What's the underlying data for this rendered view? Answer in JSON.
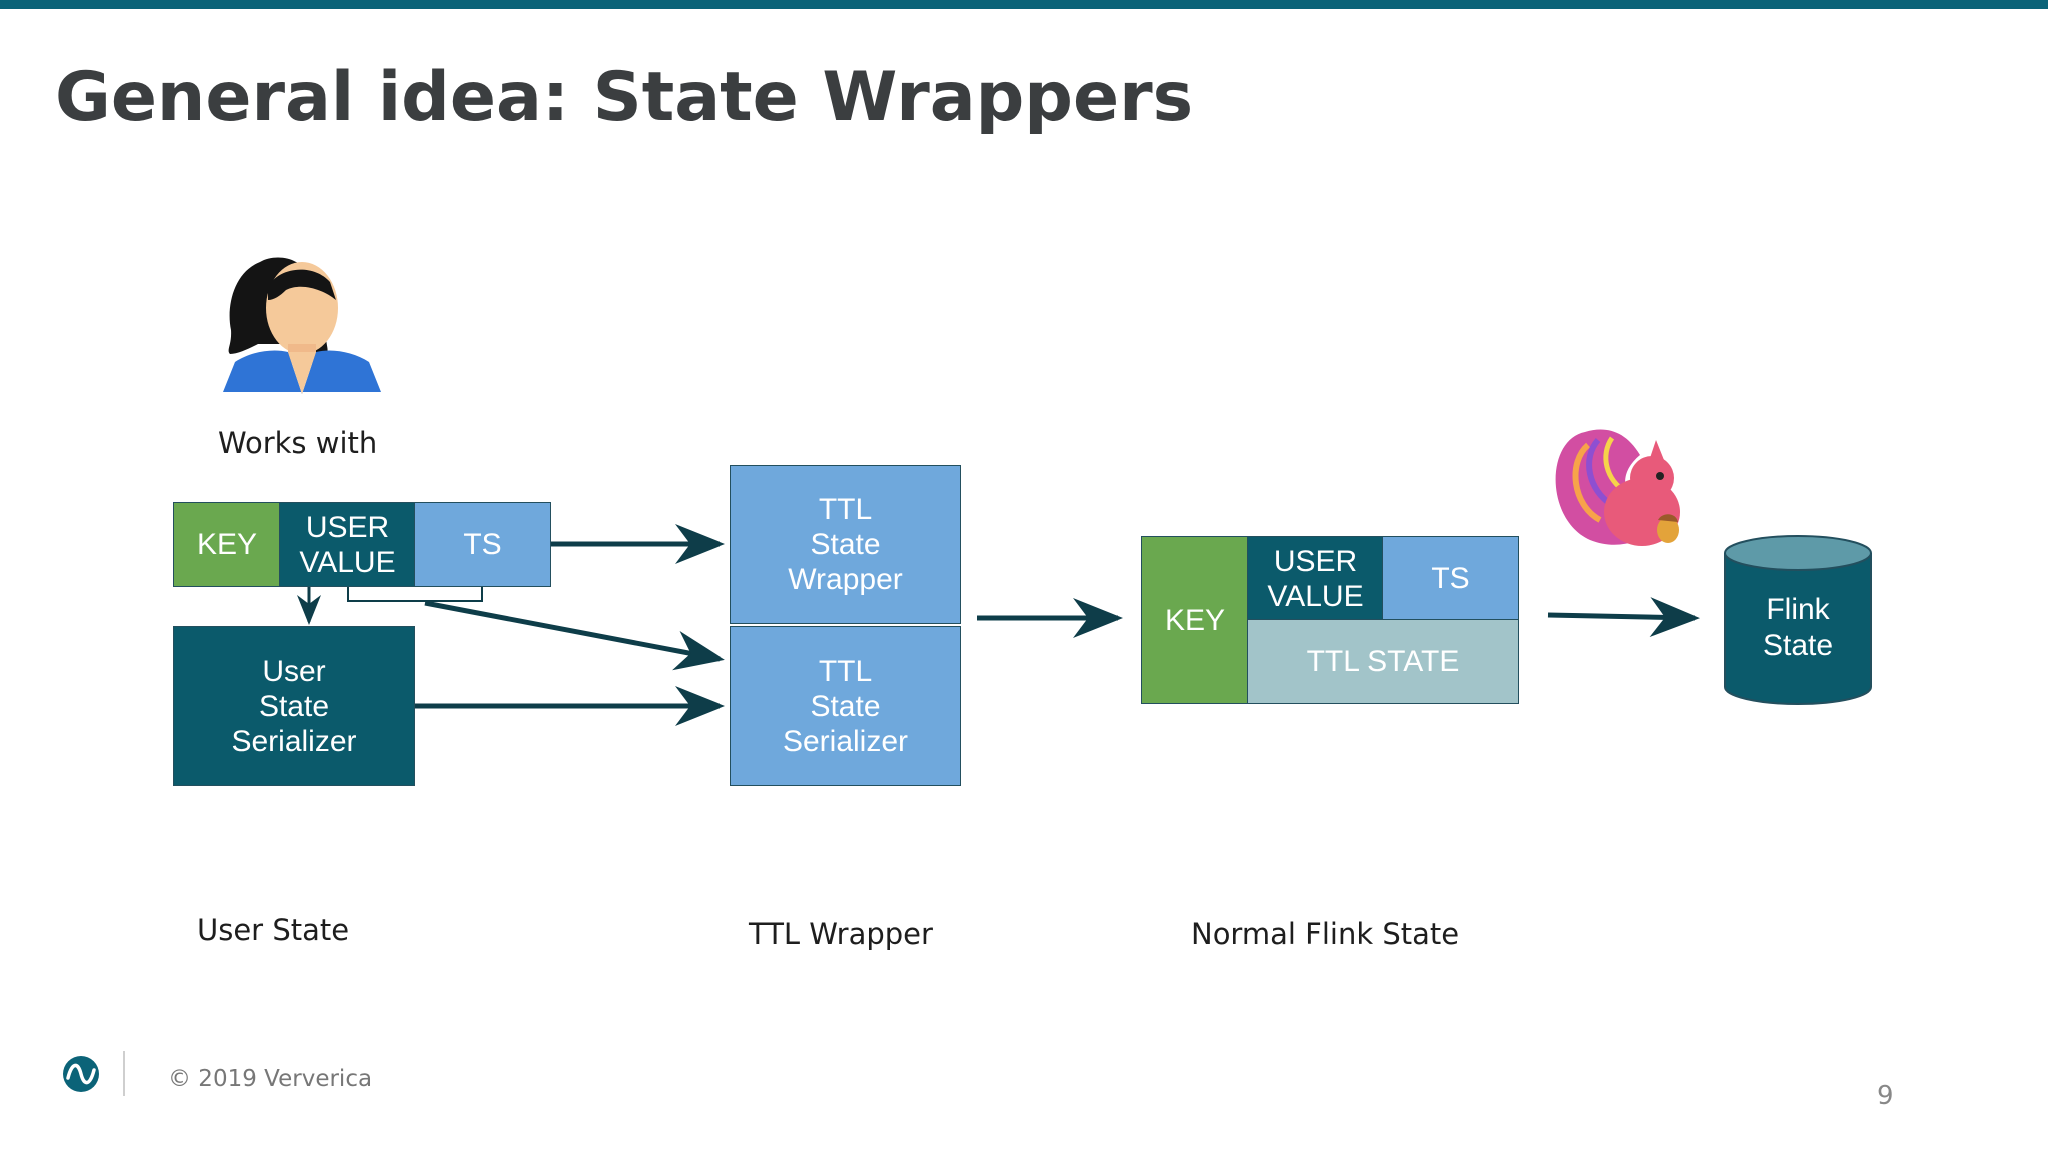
{
  "slide": {
    "title": "General idea: State Wrappers",
    "page_number": "9",
    "copyright": "© 2019 Ververica"
  },
  "labels": {
    "works_with": "Works with",
    "user_state": "User State",
    "ttl_wrapper": "TTL Wrapper",
    "normal_flink_state": "Normal Flink State"
  },
  "user_record": {
    "key": "KEY",
    "user_value": "USER\nVALUE",
    "ts": "TS"
  },
  "user_serializer": "User\nState\nSerializer",
  "ttl_state_wrapper": "TTL\nState\nWrapper",
  "ttl_state_serializer": "TTL\nState\nSerializer",
  "flink_record": {
    "key": "KEY",
    "user_value": "USER\nVALUE",
    "ts": "TS",
    "ttl_state": "TTL STATE"
  },
  "flink_state_db": "Flink\nState",
  "colors": {
    "green": "#6aa84f",
    "teal": "#0b5a6b",
    "blue": "#6fa8dc",
    "gray": "#a2c4c9",
    "arrow": "#0e3d49",
    "brand_bar": "#0b6378"
  },
  "icons": [
    "user-avatar-icon",
    "flink-squirrel-logo",
    "ververica-logo-icon"
  ]
}
